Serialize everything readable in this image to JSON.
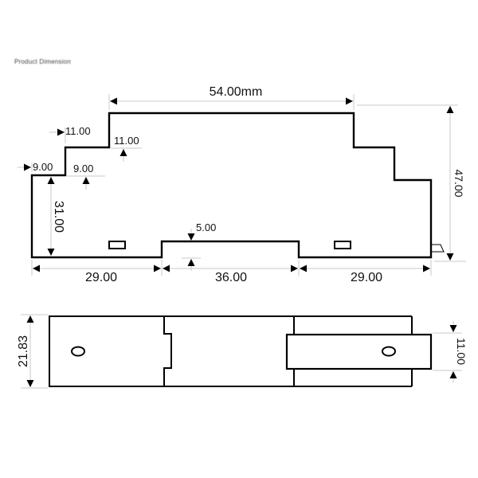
{
  "title": "Product Dimension",
  "unit": "mm",
  "front_view": {
    "overall_width": "54.00mm",
    "overall_height": "47.00",
    "step1_width": "11.00",
    "step1_height": "11.00",
    "step2_width": "9.00",
    "step2_height": "9.00",
    "side_height": "31.00",
    "rail_gap": "5.00",
    "bottom_left": "29.00",
    "bottom_center": "36.00",
    "bottom_right": "29.00"
  },
  "top_view": {
    "depth": "21.83",
    "clip_width": "11.00"
  }
}
